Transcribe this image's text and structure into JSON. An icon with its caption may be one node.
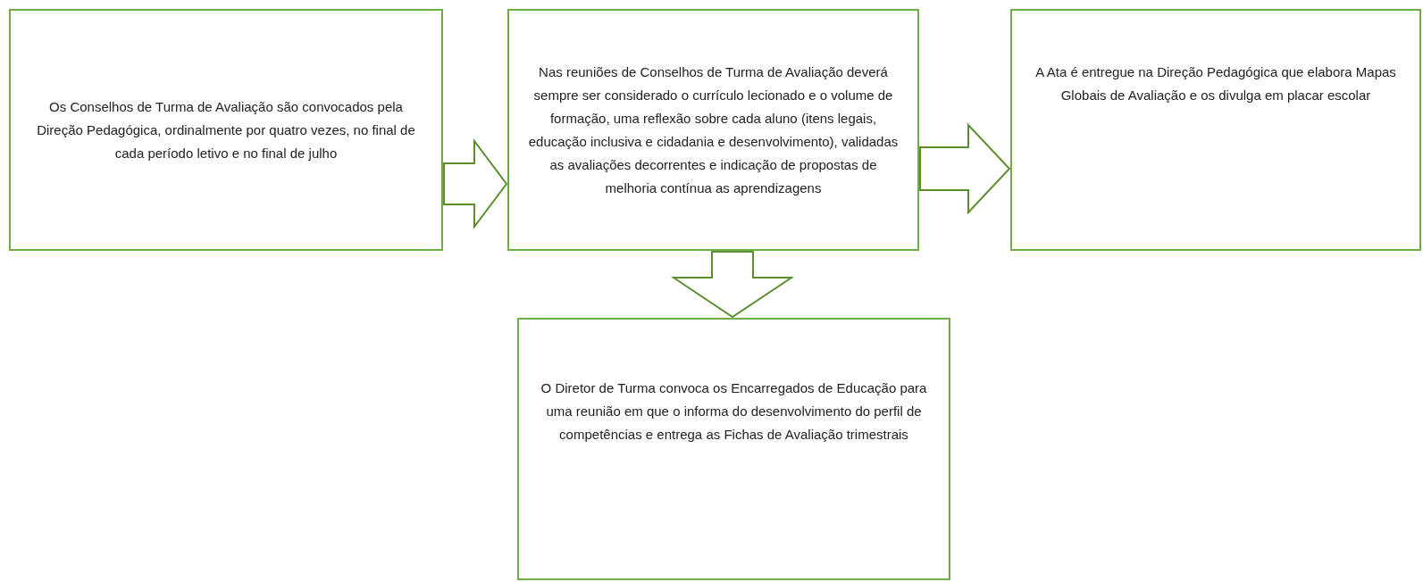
{
  "diagram": {
    "nodes": [
      {
        "text": [
          "Os Conselhos de Turma de Avaliação são convocados pela Direção Pedagógica, ordinalmente por quatro vezes, no final de cada período letivo e no final de julho"
        ]
      },
      {
        "text": [
          "Nas reuniões de Conselhos de Turma de Avaliação deverá sempre ser considerado o currículo lecionado e o volume de formação, uma reflexão sobre cada aluno (itens legais, educação inclusiva e cidadania e desenvolvimento), validadas as avaliações decorrentes e indicação de propostas de melhoria contínua as aprendizagens"
        ]
      },
      {
        "text": [
          "A Ata é entregue na Direção Pedagógica que elabora Mapas Globais de Avaliação e os divulga em placar escolar"
        ]
      },
      {
        "text": [
          "O Diretor de Turma convoca os Encarregados de Educação para uma reunião em que o informa do desenvolvimento do perfil de competências e entrega as Fichas de Avaliação trimestrais"
        ]
      }
    ],
    "edges": [
      {
        "from": 0,
        "to": 1,
        "arrow": "to"
      },
      {
        "from": 1,
        "to": 2,
        "arrow": "to"
      },
      {
        "from": 1,
        "to": 3,
        "arrow": "to"
      }
    ]
  }
}
